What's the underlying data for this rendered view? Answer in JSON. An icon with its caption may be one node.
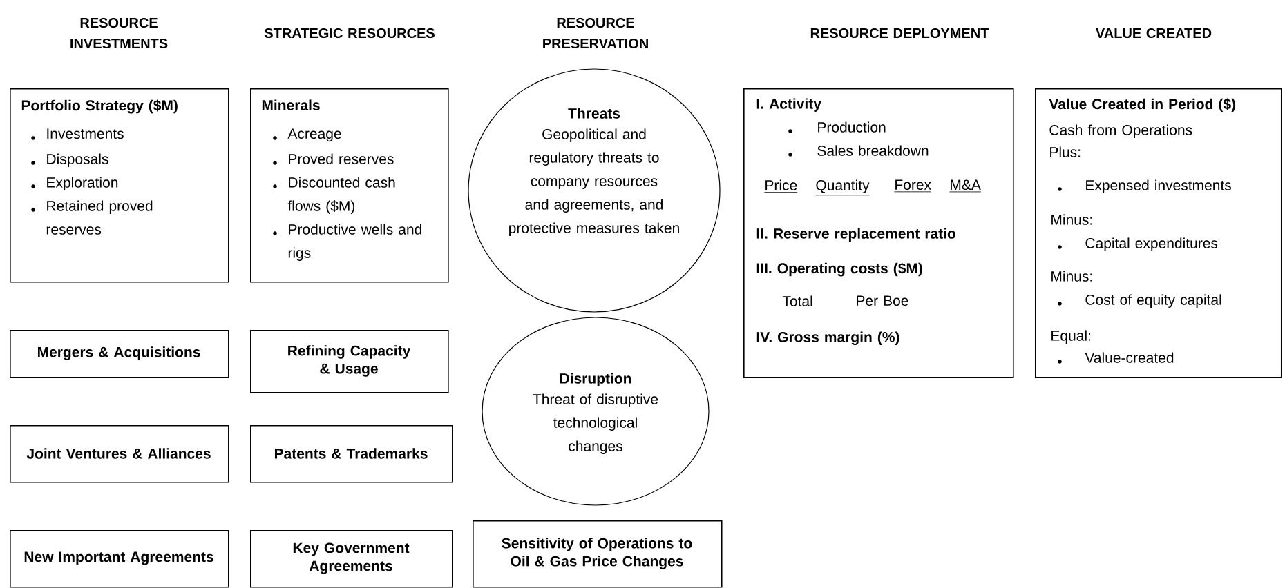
{
  "diagram": {
    "nodes": [
      {
        "text": [
          "Portfolio Strategy ($M)",
          "Investments",
          "Disposals",
          "Exploration",
          "Retained proved reserves"
        ]
      },
      {
        "text": [
          "Minerals",
          "Acreage",
          "Proved reserves",
          "Discounted cash flows ($M)",
          "Productive wells and rigs"
        ]
      },
      {
        "text": [
          "Threats",
          "Geopolitical and regulatory threats to company resources and agreements, and protective measures taken"
        ]
      },
      {
        "text": [
          "I.  Activity",
          "Production",
          "Sales breakdown",
          "Price",
          "Quantity",
          "Forex",
          "M&A",
          "II. Reserve replacement ratio",
          "III. Operating costs ($M)",
          "Total",
          "Per Boe",
          "IV. Gross margin (%)"
        ]
      },
      {
        "text": [
          "Value Created in Period ($)",
          "Cash from Operations",
          "Plus:",
          "Expensed investments",
          "Minus:",
          "Capital expenditures",
          "Minus:",
          "Cost of equity capital",
          "Equal:",
          "Value-created"
        ]
      },
      {
        "text": [
          "Mergers & Acquisitions"
        ]
      },
      {
        "text": [
          "Refining Capacity & Usage"
        ]
      },
      {
        "text": [
          "Disruption",
          "Threat of disruptive technological changes"
        ]
      },
      {
        "text": [
          "Joint Ventures & Alliances"
        ]
      },
      {
        "text": [
          "Patents & Trademarks"
        ]
      },
      {
        "text": [
          "New Important Agreements"
        ]
      },
      {
        "text": [
          "Key Government Agreements"
        ]
      },
      {
        "text": [
          "Sensitivity of Operations to Oil & Gas Price Changes"
        ]
      }
    ],
    "labels": [
      "RESOURCE INVESTMENTS",
      "STRATEGIC RESOURCES",
      "RESOURCE PRESERVATION",
      "RESOURCE DEPLOYMENT",
      "VALUE CREATED"
    ]
  }
}
